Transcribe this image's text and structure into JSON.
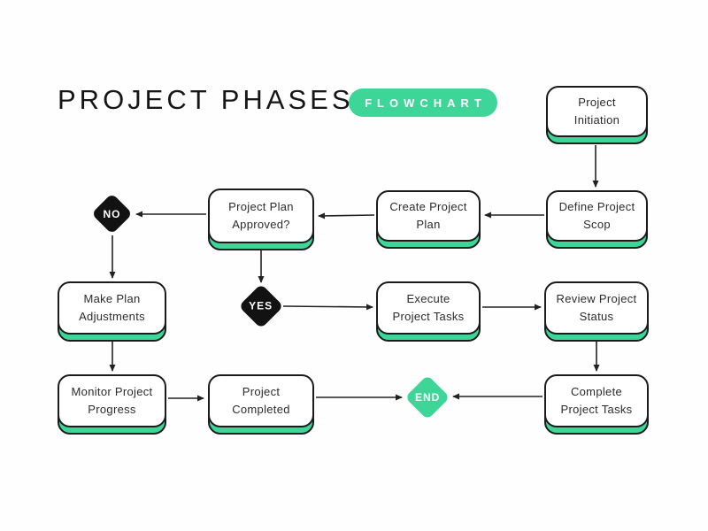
{
  "header": {
    "title": "PROJECT PHASES",
    "badge": "FLOWCHART"
  },
  "colors": {
    "accent_green": "#3ed598",
    "ink": "#1b1b1b",
    "decision_black": "#121212",
    "background": "#ffffff"
  },
  "nodes": {
    "project_initiation": {
      "line1": "Project",
      "line2": "Initiation"
    },
    "define_project_scope": {
      "line1": "Define Project",
      "line2": "Scop"
    },
    "create_project_plan": {
      "line1": "Create Project",
      "line2": "Plan"
    },
    "project_plan_approved": {
      "line1": "Project Plan",
      "line2": "Approved?"
    },
    "make_plan_adjustments": {
      "line1": "Make Plan",
      "line2": "Adjustments"
    },
    "execute_project_tasks": {
      "line1": "Execute",
      "line2": "Project Tasks"
    },
    "review_project_status": {
      "line1": "Review Project",
      "line2": "Status"
    },
    "complete_project_tasks": {
      "line1": "Complete",
      "line2": "Project Tasks"
    },
    "project_completed": {
      "line1": "Project",
      "line2": "Completed"
    },
    "monitor_project_progress": {
      "line1": "Monitor Project",
      "line2": "Progress"
    }
  },
  "decisions": {
    "no": "NO",
    "yes": "YES",
    "end": "END"
  }
}
